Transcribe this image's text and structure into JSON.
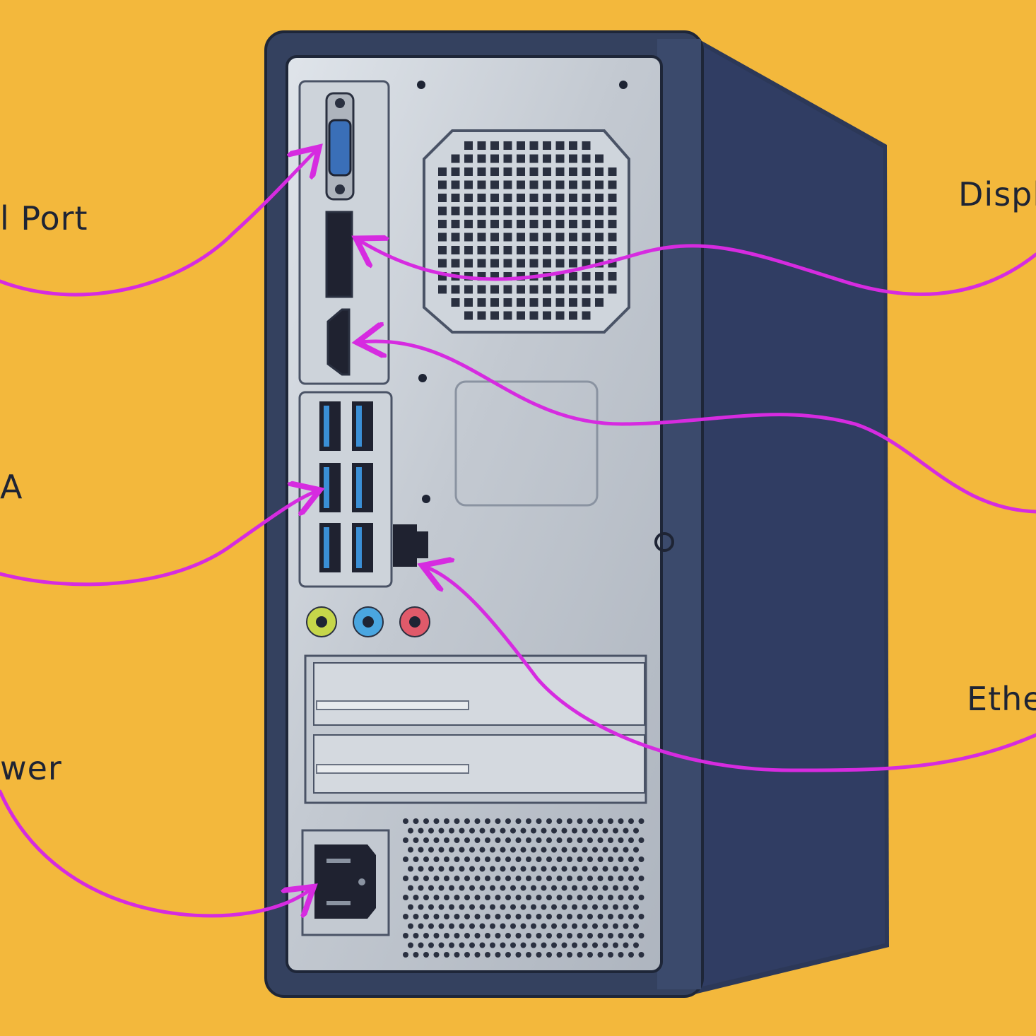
{
  "labels": {
    "serial": "l Port",
    "vga": "A",
    "power": "wer",
    "displayport": "Displ",
    "ethernet": "Ethe"
  },
  "colors": {
    "background": "#f3b83c",
    "callout": "#d62be0",
    "case_body": "#2e3a5c",
    "panel": "#c9cfd6",
    "usb_blue": "#3a8fd6",
    "audio_green": "#c6d64a",
    "audio_blue": "#4aa6e0",
    "audio_pink": "#e05a6a"
  }
}
